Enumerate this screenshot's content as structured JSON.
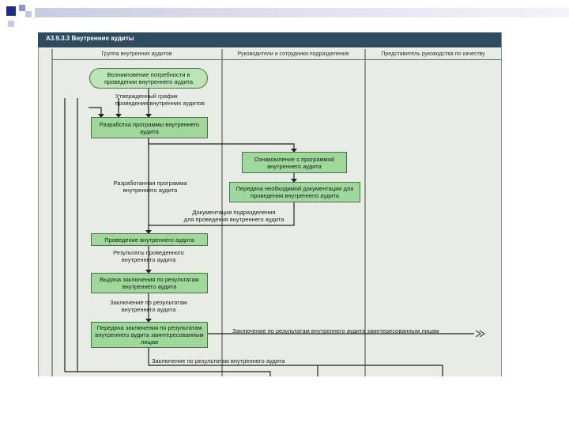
{
  "title": "А3.9.3.3 Внутренние аудиты",
  "lanes": [
    "Группа внутренних аудитов",
    "Руководители и сотрудники подразделения",
    "Представитель руководства по качеству"
  ],
  "nodes": {
    "start": "Возникновение потребности в проведении внутреннего аудита",
    "develop": "Разработка программы внутреннего аудита",
    "familiarize": "Ознакомление с программой внутреннего аудита",
    "transfer_docs": "Передача необходимой документации для проведения внутреннего аудита",
    "conduct": "Проведение внутреннего аудита",
    "conclusion": "Выдача заключения по результатам внутреннего аудита",
    "handover": "Передача заключения по результатам внутреннего аудита заинтересованным лицам"
  },
  "labels": {
    "approved_schedule": "Утвержденный график\nпроведения внутренних аудитов",
    "developed_program": "Разработанная программа\nвнутреннего аудита",
    "unit_docs": "Документация подразделения\nдля проведения внутреннего аудита",
    "audit_results": "Результаты проведенного\nвнутреннего аудита",
    "conclusion_doc": "Заключение по результатам\nвнутреннего аудита",
    "conclusion_to_interested": "Заключение по результатам внутреннего аудита заинтересованным лицам",
    "conclusion_bottom": "Заключение по результатам внутреннего аудита"
  },
  "colors": {
    "header": "#2f4b60",
    "node": "#9ed89a",
    "canvas": "#e7ece4",
    "corner_dark": "#1f2b8a"
  }
}
